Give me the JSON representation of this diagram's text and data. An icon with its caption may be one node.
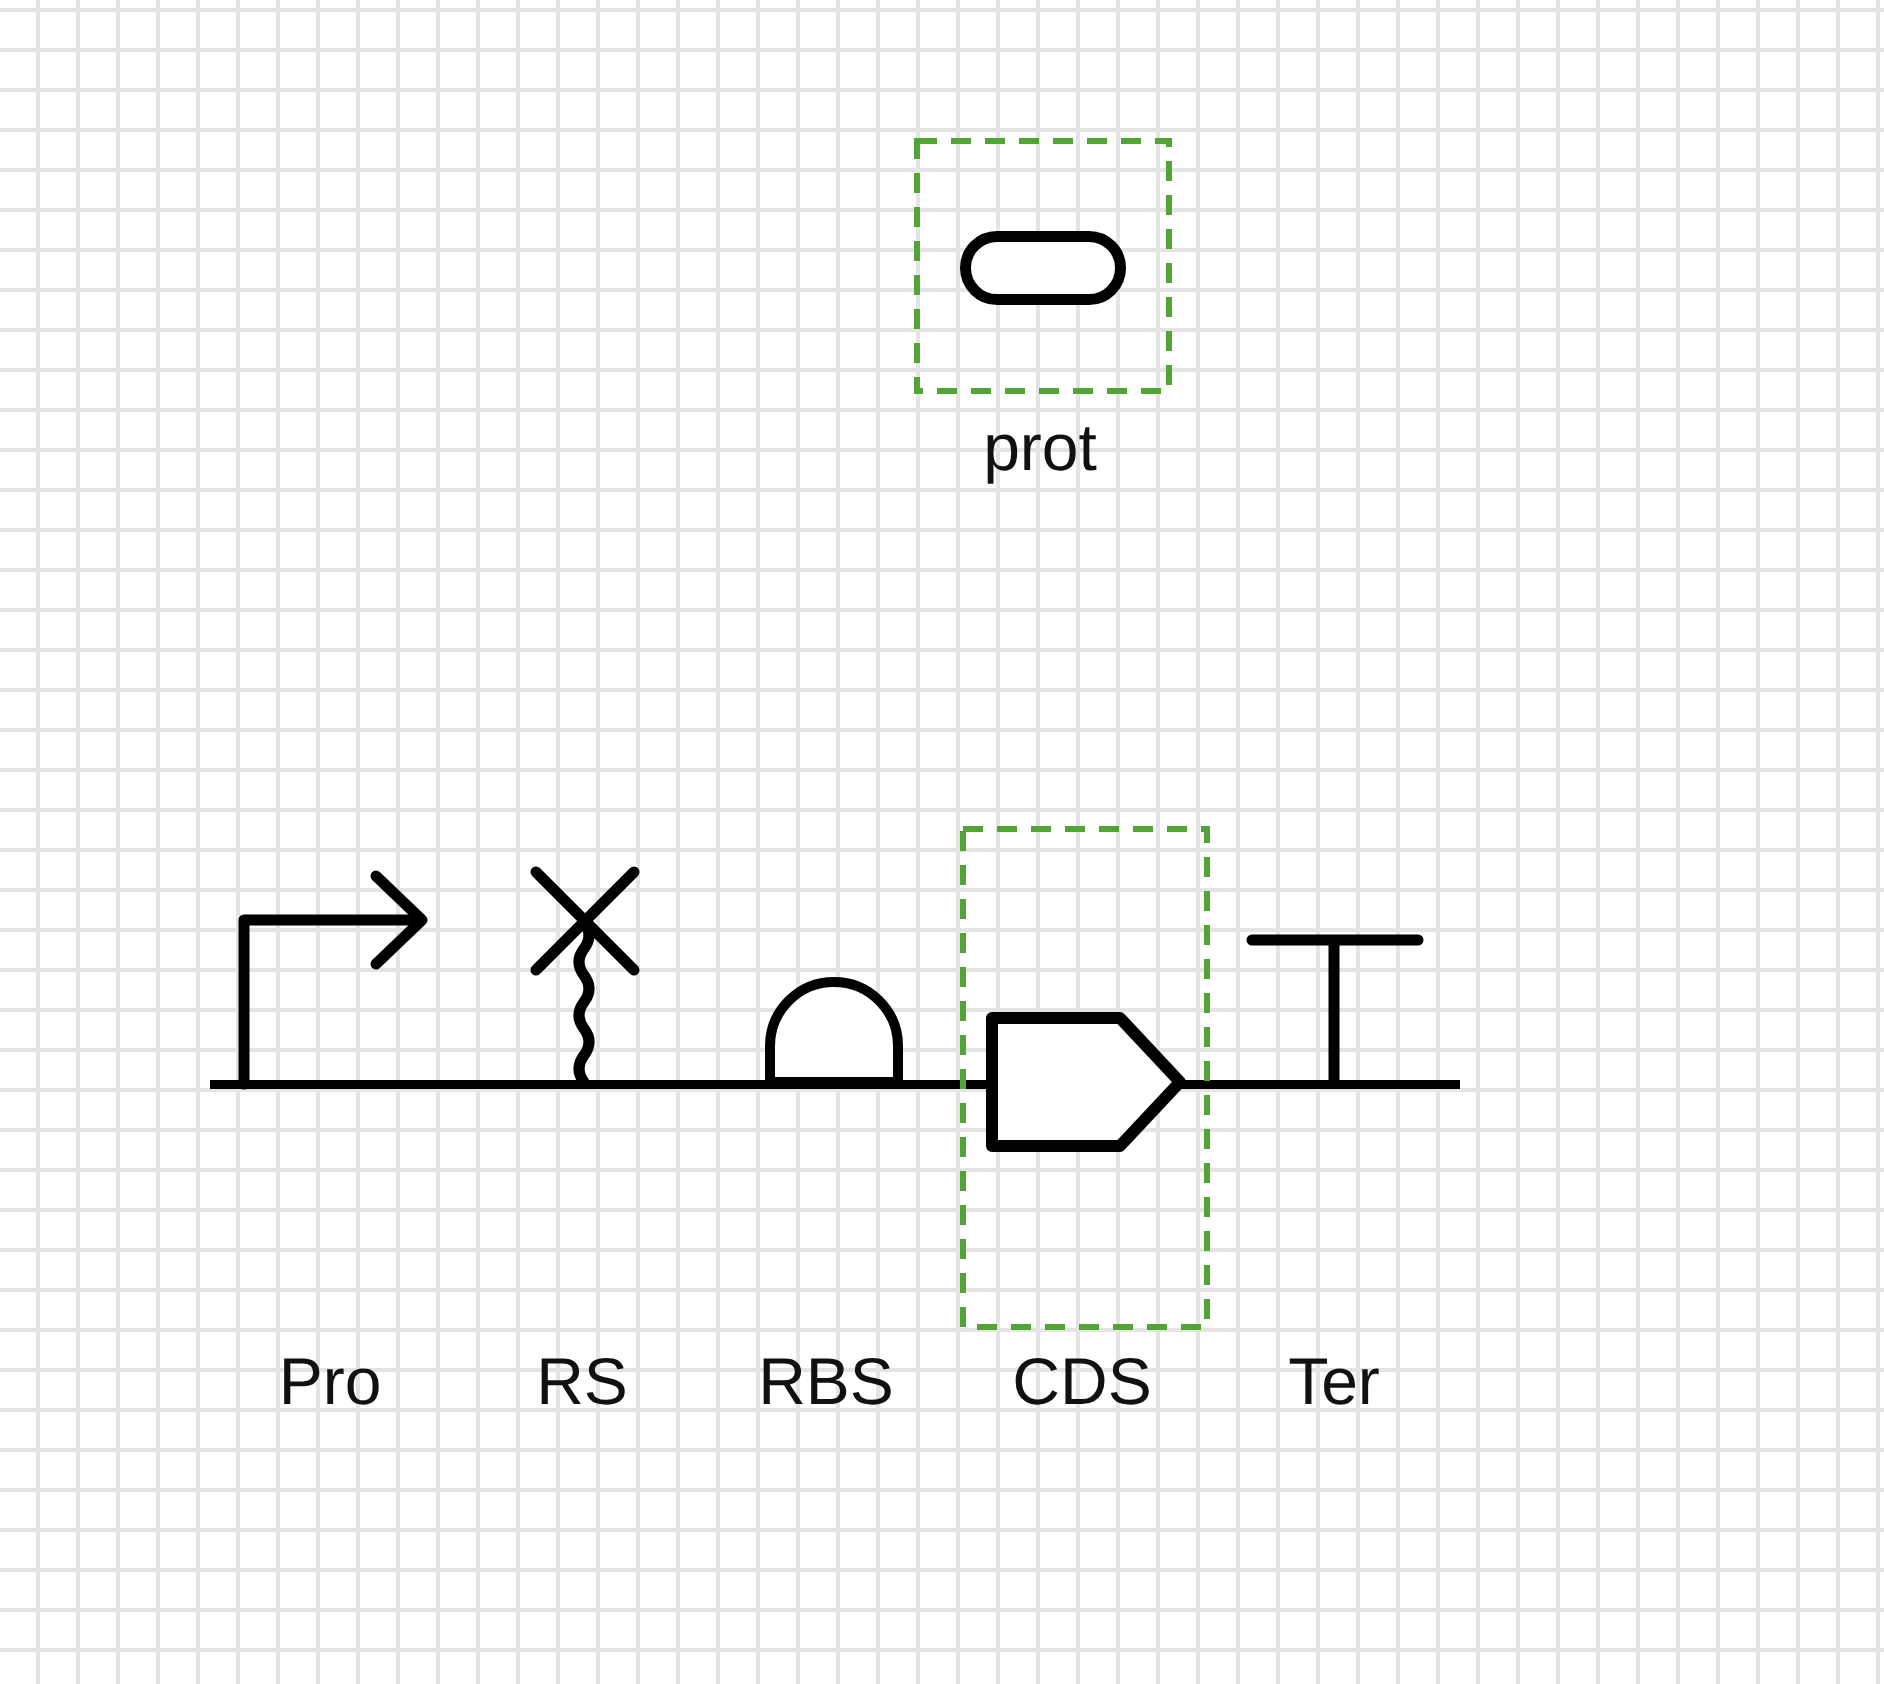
{
  "diagram": {
    "nodes": [
      {
        "text": [
          "prot"
        ]
      },
      {
        "text": [
          "Pro"
        ]
      },
      {
        "text": [
          "RS"
        ]
      },
      {
        "text": [],
        "shape": "semicircle"
      },
      {
        "text": [
          "CDS"
        ]
      },
      {
        "text": [
          "Ter"
        ]
      }
    ],
    "labels": [
      "RBS"
    ]
  }
}
